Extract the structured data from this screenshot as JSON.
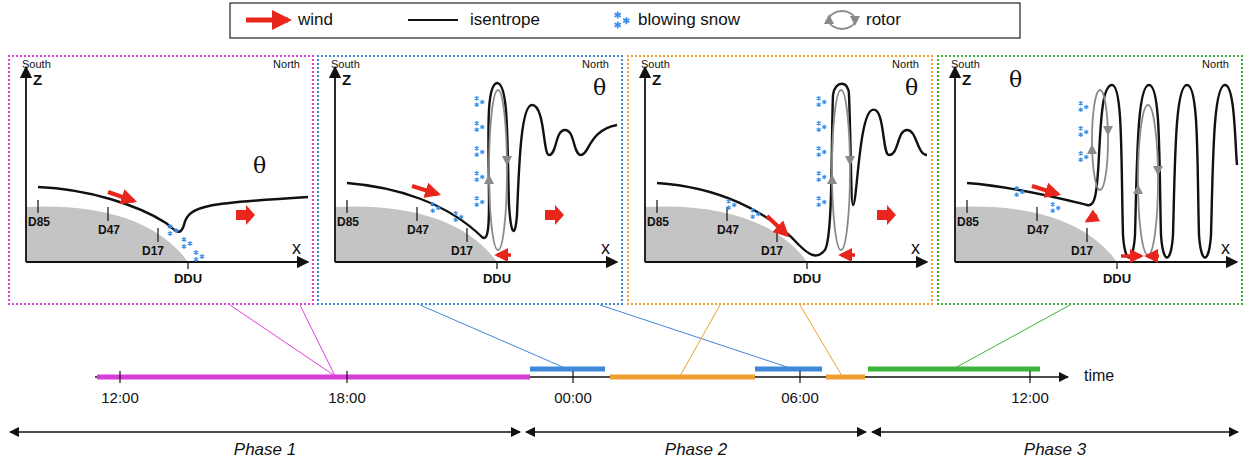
{
  "diagram": {
    "nodes": [
      {
        "text": [
          "South",
          "North",
          "Z",
          "θ",
          "D85",
          "D47",
          "D17",
          "DDU",
          "x"
        ]
      },
      {
        "text": [
          "South",
          "North",
          "Z",
          "θ",
          "D85",
          "D47",
          "D17",
          "DDU",
          "x"
        ]
      },
      {
        "text": [
          "South",
          "North",
          "Z",
          "θ",
          "D85",
          "D47",
          "D17",
          "DDU",
          "x"
        ]
      },
      {
        "text": [
          "South",
          "North",
          "Z",
          "θ",
          "D85",
          "D47",
          "D17",
          "DDU",
          "x"
        ]
      }
    ],
    "labels": [
      "12:00",
      "18:00",
      "00:00",
      "06:00",
      "12:00",
      "time",
      "Phase 1",
      "Phase 2",
      "Phase 3"
    ],
    "legend": [
      {
        "text": "wind"
      },
      {
        "text": "isentrope"
      },
      {
        "text": "blowing snow"
      },
      {
        "text": "rotor"
      }
    ]
  }
}
